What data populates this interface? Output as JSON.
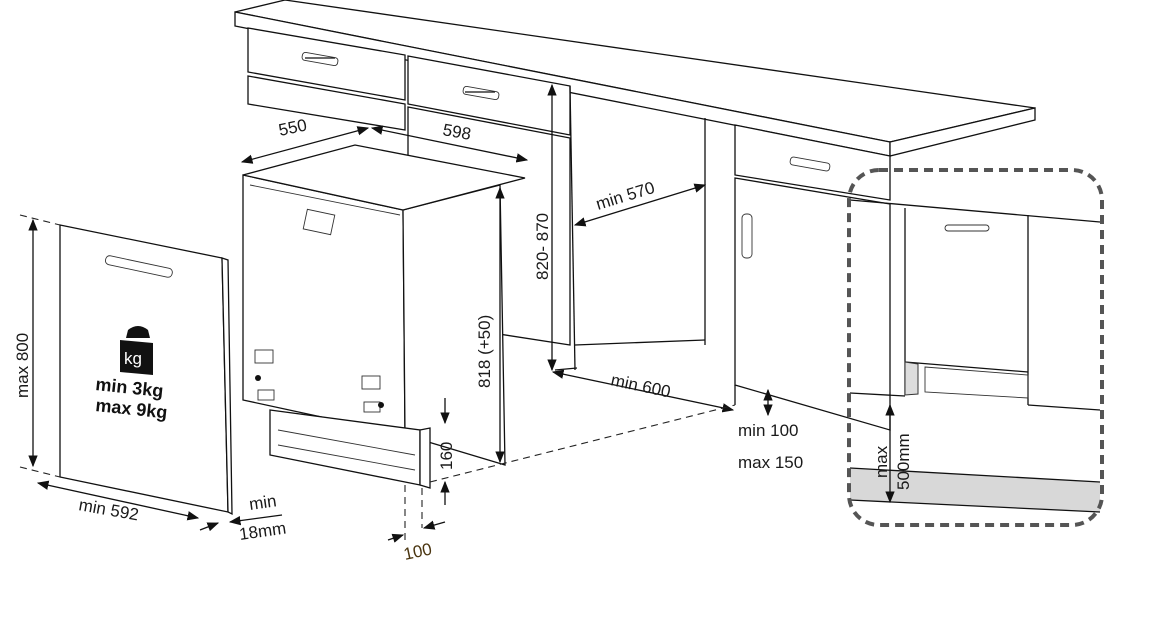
{
  "dimensions": {
    "depth": "550",
    "width": "598",
    "min_niche_depth": "min 570",
    "niche_height": "820- 870",
    "appliance_height": "818 (+50)",
    "min_niche_width": "min 600",
    "plinth_min": "min 100",
    "plinth_max": "max 150",
    "foot_height": "160",
    "foot_depth": "100"
  },
  "door_panel": {
    "height": "max 800",
    "width": "min 592",
    "thickness_line1": "min",
    "thickness_line2": "18mm",
    "weight_icon_label": "kg",
    "weight_min": "min  3kg",
    "weight_max": "max 9kg"
  },
  "inset": {
    "label_line1": "max",
    "label_line2": "500mm"
  }
}
